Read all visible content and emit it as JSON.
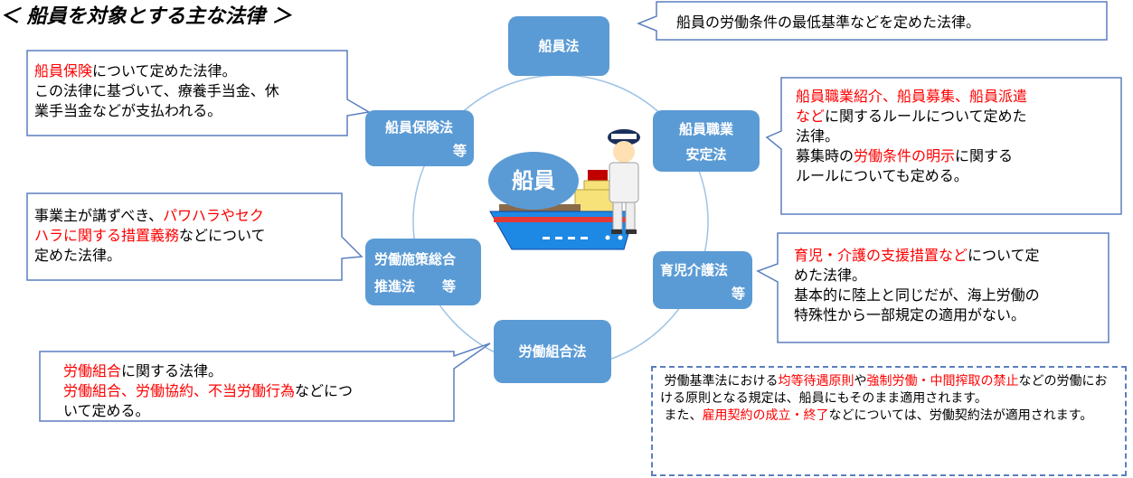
{
  "title": "＜ 船員を対象とする主な法律 ＞",
  "center": "船員",
  "nodes": {
    "senin_ho": "船員法",
    "hoken_1": "船員保険法",
    "hoken_2": "等",
    "shokugyo_1": "船員職業",
    "shokugyo_2": "安定法",
    "ikuji_1": "育児介護法",
    "ikuji_2": "等",
    "rodo_sesaku_1": "労働施策総合",
    "rodo_sesaku_2": "推進法　　等",
    "kumiai": "労働組合法"
  },
  "callouts": {
    "senin_ho": {
      "t1": "船員の労働条件の最低基準などを定めた法律。"
    },
    "hoken": {
      "r1": "船員保険",
      "t1": "について定めた法律。",
      "t2": "この法律に基づいて、療養手当金、休",
      "t3": "業手当金などが支払われる。"
    },
    "shokugyo": {
      "r1": "船員職業紹介、船員募集、船員派遣",
      "r2": "など",
      "t1": "に関するルールについて定めた",
      "t2": "法律。",
      "t3": "募集時の",
      "r3": "労働条件の明示",
      "t4": "に関する",
      "t5": "ルールについても定める。"
    },
    "ikuji": {
      "r1": "育児・介護の支援措置など",
      "t1": "について定",
      "t2": "めた法律。",
      "t3": "基本的に陸上と同じだが、海上労働の",
      "t4": "特殊性から一部規定の適用がない。"
    },
    "rodo_sesaku": {
      "t1": "事業主が講ずべき、",
      "r1": "パワハラやセク",
      "r2": "ハラに関する措置義務",
      "t2": "などについて",
      "t3": "定めた法律。"
    },
    "kumiai": {
      "r1": "労働組合",
      "t1": "に関する法律。",
      "r2": "労働組合、労働協約、不当労働行為",
      "t2": "などにつ",
      "t3": "いて定める。"
    }
  },
  "note": {
    "t1": "労働基準法における",
    "r1": "均等待遇原則",
    "t2": "や",
    "r2": "強制労働・中間搾取の禁止",
    "t3": "などの労働における原則となる規定は、船員にもそのまま適用されます。",
    "t4": "また、",
    "r3": "雇用契約の成立・終了",
    "t5": "などについては、労働契約法が適用されます。"
  },
  "colors": {
    "node": "#5b9bd5",
    "emphasis": "#ff0000",
    "ring": "#9dc3e6",
    "note_border": "#5b7fbf"
  }
}
